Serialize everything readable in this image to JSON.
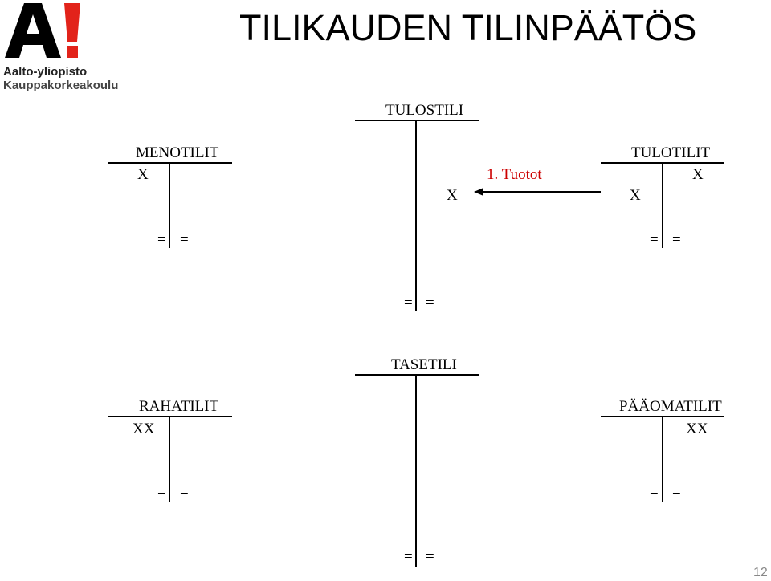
{
  "logo": {
    "mark_letters": "A",
    "mark_exclaim": "!",
    "line1": "Aalto-yliopisto",
    "line2": "Kauppakorkeakoulu",
    "mark_color": "#000000",
    "accent_color": "#e2231a"
  },
  "title": "TILIKAUDEN TILINPÄÄTÖS",
  "accounts": {
    "tulostili": {
      "name": "TULOSTILI",
      "credit_entry": "X",
      "eq_left": "=",
      "eq_right": "="
    },
    "menotilit": {
      "name": "MENOTILIT",
      "debit_entry": "X",
      "eq_left": "=",
      "eq_right": "="
    },
    "tulotilit": {
      "name": "TULOTILIT",
      "debit_entry": "X",
      "credit_entry": "X",
      "eq_left": "=",
      "eq_right": "="
    },
    "tasetili": {
      "name": "TASETILI",
      "eq_left": "=",
      "eq_right": "="
    },
    "rahatilit": {
      "name": "RAHATILIT",
      "debit_entry": "XX",
      "eq_left": "=",
      "eq_right": "="
    },
    "paaomatilit": {
      "name": "PÄÄOMATILIT",
      "credit_entry": "XX",
      "eq_left": "=",
      "eq_right": "="
    }
  },
  "transfer": {
    "label": "1. Tuotot",
    "color": "#cc0000"
  },
  "page_number": "12"
}
